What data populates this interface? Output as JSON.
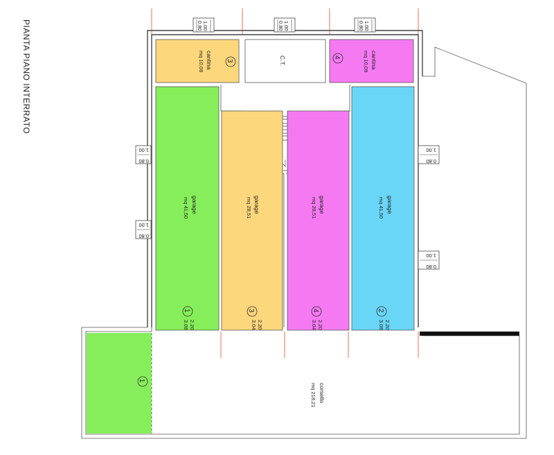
{
  "title": "PIANTA PIANO INTERRATO",
  "colors": {
    "garage_green": "#86ee5a",
    "garage_yellow": "#fcd77c",
    "garage_magenta": "#f57af2",
    "garage_cyan": "#6ad6f7",
    "guide_line": "#e8705a"
  },
  "cantine": [
    {
      "label": "cantina",
      "area": "mq 10,08",
      "number": "3",
      "dim_w": "0.80",
      "dim_h": "1.00"
    },
    {
      "label": "cantina",
      "area": "mq 10,08",
      "number": "4",
      "dim_w": "0.80",
      "dim_h": "1.00"
    }
  ],
  "ct": {
    "label": "C.T.",
    "dim_w": "0.80",
    "dim_h": "1.00"
  },
  "garages": [
    {
      "label": "garage",
      "area": "mq 41,50",
      "number": "1",
      "dim_a": "3.08",
      "dim_b": "2.20"
    },
    {
      "label": "garage",
      "area": "mq 28,51",
      "number": "3",
      "dim_a": "3.04",
      "dim_b": "2.20"
    },
    {
      "label": "garage",
      "area": "mq 28,51",
      "number": "4",
      "dim_a": "3.04",
      "dim_b": "2.20"
    },
    {
      "label": "garage",
      "area": "mq 41,50",
      "number": "2",
      "dim_a": "3.08",
      "dim_b": "2.20"
    }
  ],
  "windows": {
    "left_1": {
      "a": "1.00",
      "b": "0.80"
    },
    "left_2": {
      "a": "1.00",
      "b": "0.80"
    },
    "right_1": {
      "a": "1.00",
      "b": "0.80"
    },
    "right_2": {
      "a": "1.00",
      "b": "0.80"
    }
  },
  "corsello": {
    "label": "corsello",
    "area": "mq 218,21",
    "number": "1"
  }
}
